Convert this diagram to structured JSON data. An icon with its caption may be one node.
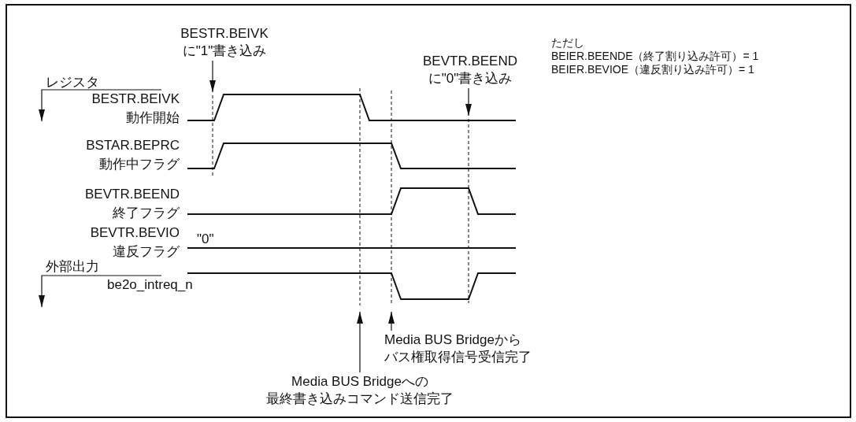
{
  "diagram": {
    "nodes": [
      {
        "text": [
          "BESTR.BEIVK に\"1\"書き込み"
        ]
      },
      {
        "text": [
          "BEVTR.BEEND に\"0\"書き込み"
        ]
      },
      {
        "text": [
          "Media BUS Bridgeから",
          "バス権取得信号受信完了"
        ]
      },
      {
        "text": [
          "Media BUS Bridgeへの",
          "最終書き込みコマンド送信完了"
        ]
      },
      {
        "text": [],
        "shape": "waveform"
      },
      {
        "text": [],
        "shape": "waveform"
      },
      {
        "text": [],
        "shape": "waveform"
      },
      {
        "text": [],
        "shape": "waveform"
      },
      {
        "text": [],
        "shape": "waveform"
      }
    ],
    "edges": [
      {
        "from": 0,
        "to": 4,
        "arrow": "to"
      },
      {
        "from": 1,
        "to": 4,
        "arrow": "to"
      },
      {
        "from": 2,
        "to": 8,
        "arrow": "to"
      },
      {
        "from": 3,
        "to": 8,
        "arrow": "to"
      }
    ],
    "labels": [
      "レジスタ",
      "BESTR.BEIVK 動作開始",
      "BSTAR.BEPRC 動作中フラグ",
      "BEVTR.BEEND 終了フラグ",
      "BEVTR.BEVIO 違反フラグ",
      "\"0\"",
      "外部出力",
      "be2o_intreq_n",
      "ただし",
      "BEIER.BEENDE（終了割り込み許可）= 1",
      "BEIER.BEVIOE（違反割り込み許可）= 1"
    ]
  }
}
